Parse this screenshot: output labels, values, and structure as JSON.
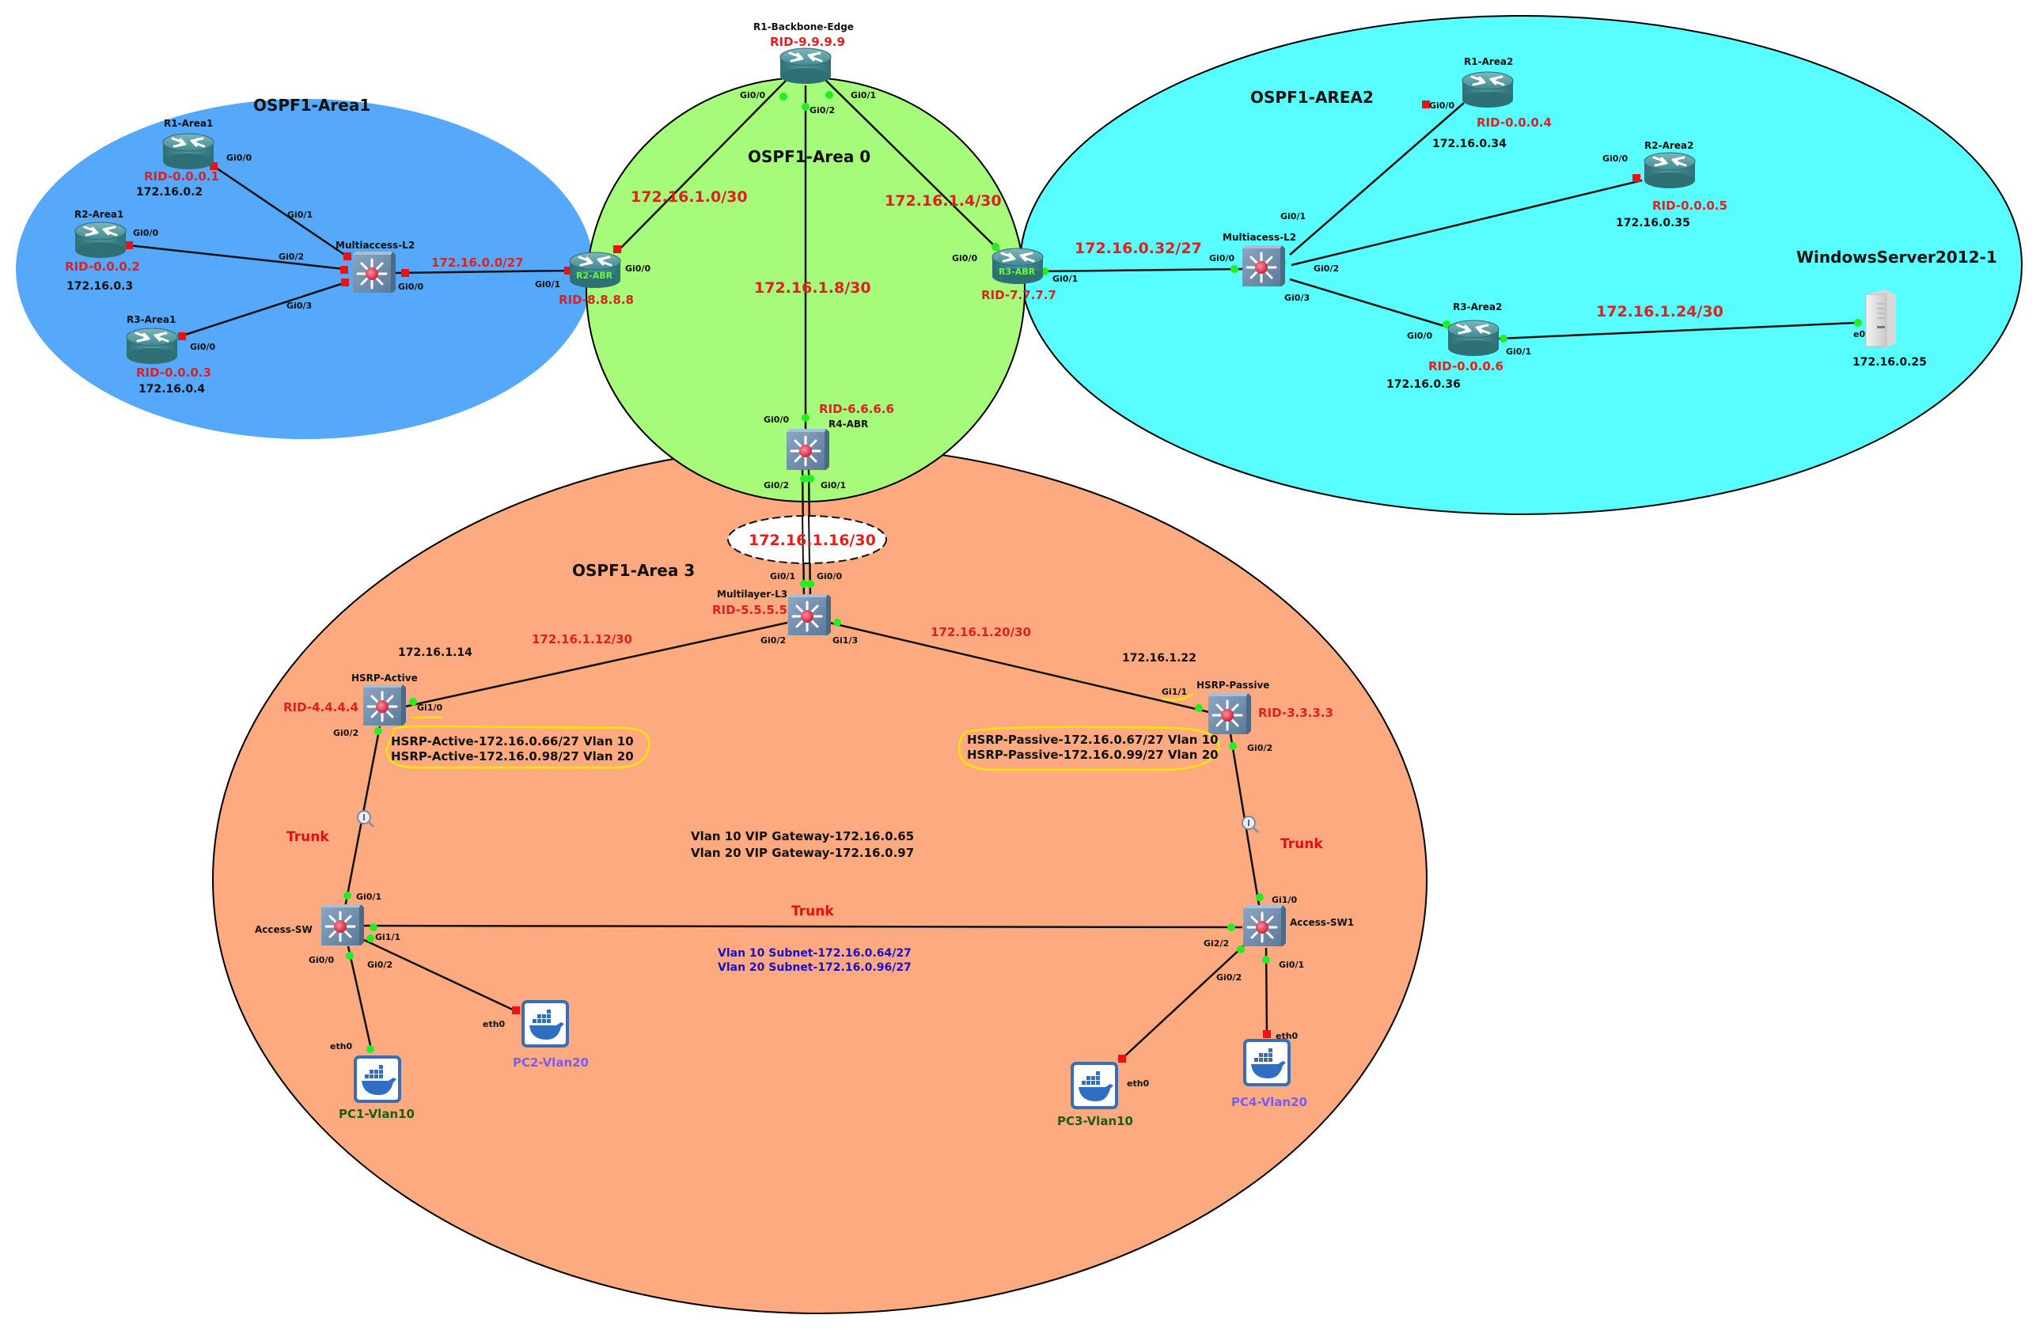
{
  "colors": {
    "area1": "#56a8fb",
    "area0": "#a7fb7b",
    "area2": "#58fdff",
    "area3": "#fdaa80",
    "link": "#111111",
    "port_up": "#22ee22",
    "port_down": "#ee1111",
    "rid": "#e02020",
    "highlight": "#f5e600"
  },
  "areas": {
    "area1": {
      "title": "OSPF1-Area1"
    },
    "area0": {
      "title": "OSPF1-Area 0"
    },
    "area2": {
      "title": "OSPF1-AREA2"
    },
    "area3": {
      "title": "OSPF1-Area 3"
    }
  },
  "nodes": {
    "r1_backbone": {
      "name": "R1-Backbone-Edge",
      "rid": "RID-9.9.9.9",
      "type": "router"
    },
    "r2_abr": {
      "name": "R2-ABR",
      "rid": "RID-8.8.8.8",
      "type": "router"
    },
    "r3_abr": {
      "name": "R3-ABR",
      "rid": "RID-7.7.7.7",
      "type": "router"
    },
    "r4_abr": {
      "name": "R4-ABR",
      "rid": "RID-6.6.6.6",
      "type": "l3switch"
    },
    "ma_l2_area1": {
      "name": "Multiaccess-L2",
      "type": "switch"
    },
    "r1_area1": {
      "name": "R1-Area1",
      "rid": "RID-0.0.0.1",
      "ip": "172.16.0.2",
      "type": "router"
    },
    "r2_area1": {
      "name": "R2-Area1",
      "rid": "RID-0.0.0.2",
      "ip": "172.16.0.3",
      "type": "router"
    },
    "r3_area1": {
      "name": "R3-Area1",
      "rid": "RID-0.0.0.3",
      "ip": "172.16.0.4",
      "type": "router"
    },
    "ma_l2_area2": {
      "name": "Multiacess-L2",
      "type": "switch"
    },
    "r1_area2": {
      "name": "R1-Area2",
      "rid": "RID-0.0.0.4",
      "ip": "172.16.0.34",
      "type": "router"
    },
    "r2_area2": {
      "name": "R2-Area2",
      "rid": "RID-0.0.0.5",
      "ip": "172.16.0.35",
      "type": "router"
    },
    "r3_area2": {
      "name": "R3-Area2",
      "rid": "RID-0.0.0.6",
      "ip": "172.16.0.36",
      "type": "router"
    },
    "winserver": {
      "name": "WindowsServer2012-1",
      "ip": "172.16.0.25",
      "type": "server"
    },
    "ml_l3": {
      "name": "Multilayer-L3",
      "rid": "RID-5.5.5.5",
      "type": "l3switch"
    },
    "hsrp_active": {
      "name": "HSRP-Active",
      "rid": "RID-4.4.4.4",
      "ip": "172.16.1.14",
      "type": "l3switch"
    },
    "hsrp_passive": {
      "name": "HSRP-Passive",
      "rid": "RID-3.3.3.3",
      "ip": "172.16.1.22",
      "type": "l3switch"
    },
    "access_sw": {
      "name": "Access-SW",
      "type": "l3switch"
    },
    "access_sw1": {
      "name": "Access-SW1",
      "type": "l3switch"
    },
    "pc1": {
      "name": "PC1-Vlan10",
      "type": "docker"
    },
    "pc2": {
      "name": "PC2-Vlan20",
      "type": "docker"
    },
    "pc3": {
      "name": "PC3-Vlan10",
      "type": "docker"
    },
    "pc4": {
      "name": "PC4-Vlan20",
      "type": "docker"
    }
  },
  "ports": {
    "r1b_g00": "Gi0/0",
    "r1b_g01": "Gi0/1",
    "r1b_g02": "Gi0/2",
    "r2abr_g00": "Gi0/0",
    "r2abr_g01": "Gi0/1",
    "r3abr_g00": "Gi0/0",
    "r3abr_g01": "Gi0/1",
    "r4abr_g00": "Gi0/0",
    "r4abr_g01": "Gi0/1",
    "r4abr_g02": "Gi0/2",
    "ma1_g00": "Gi0/0",
    "ma1_g01": "Gi0/1",
    "ma1_g02": "Gi0/2",
    "ma1_g03": "Gi0/3",
    "r1a1_g00": "Gi0/0",
    "r2a1_g00": "Gi0/0",
    "r3a1_g00": "Gi0/0",
    "ma2_g00": "Gi0/0",
    "ma2_g01": "Gi0/1",
    "ma2_g02": "Gi0/2",
    "ma2_g03": "Gi0/3",
    "r1a2_g00": "Gi0/0",
    "r2a2_g00": "Gi0/0",
    "r3a2_g00": "Gi0/0",
    "r3a2_g01": "Gi0/1",
    "ws_e0": "e0",
    "ml3_g00": "Gi0/0",
    "ml3_g01": "Gi0/1",
    "ml3_g02": "Gi0/2",
    "ml3_g13": "Gi1/3",
    "hact_g10": "Gi1/0",
    "hact_g02": "Gi0/2",
    "hpas_g11": "Gi1/1",
    "hpas_g02": "Gi0/2",
    "asw_g01": "Gi0/1",
    "asw_g11": "Gi1/1",
    "asw_g00": "Gi0/0",
    "asw_g02": "Gi0/2",
    "asw1_g10": "Gi1/0",
    "asw1_g22": "Gi2/2",
    "asw1_g02": "Gi0/2",
    "asw1_g01": "Gi0/1",
    "pc1_eth0": "eth0",
    "pc2_eth0": "eth0",
    "pc3_eth0": "eth0",
    "pc4_eth0": "eth0"
  },
  "subnets": {
    "area1_lan": "172.16.0.0/27",
    "r1b_r2abr": "172.16.1.0/30",
    "r1b_r3abr": "172.16.1.4/30",
    "r1b_r4abr": "172.16.1.8/30",
    "area2_lan": "172.16.0.32/27",
    "r3a2_ws": "172.16.1.24/30",
    "r4abr_ml3": "172.16.1.16/30",
    "ml3_hact": "172.16.1.12/30",
    "ml3_hpas": "172.16.1.20/30"
  },
  "annotations": {
    "hsrp_active_lines": [
      "HSRP-Active-172.16.0.66/27 Vlan 10",
      "HSRP-Active-172.16.0.98/27 Vlan 20"
    ],
    "hsrp_passive_lines": [
      "HSRP-Passive-172.16.0.67/27 Vlan 10",
      "HSRP-Passive-172.16.0.99/27 Vlan 20"
    ],
    "vip_lines": [
      "Vlan 10 VIP Gateway-172.16.0.65",
      "Vlan 20 VIP Gateway-172.16.0.97"
    ],
    "vlan_subnet_lines": [
      "Vlan 10 Subnet-172.16.0.64/27",
      "Vlan 20 Subnet-172.16.0.96/27"
    ],
    "trunk": "Trunk"
  }
}
